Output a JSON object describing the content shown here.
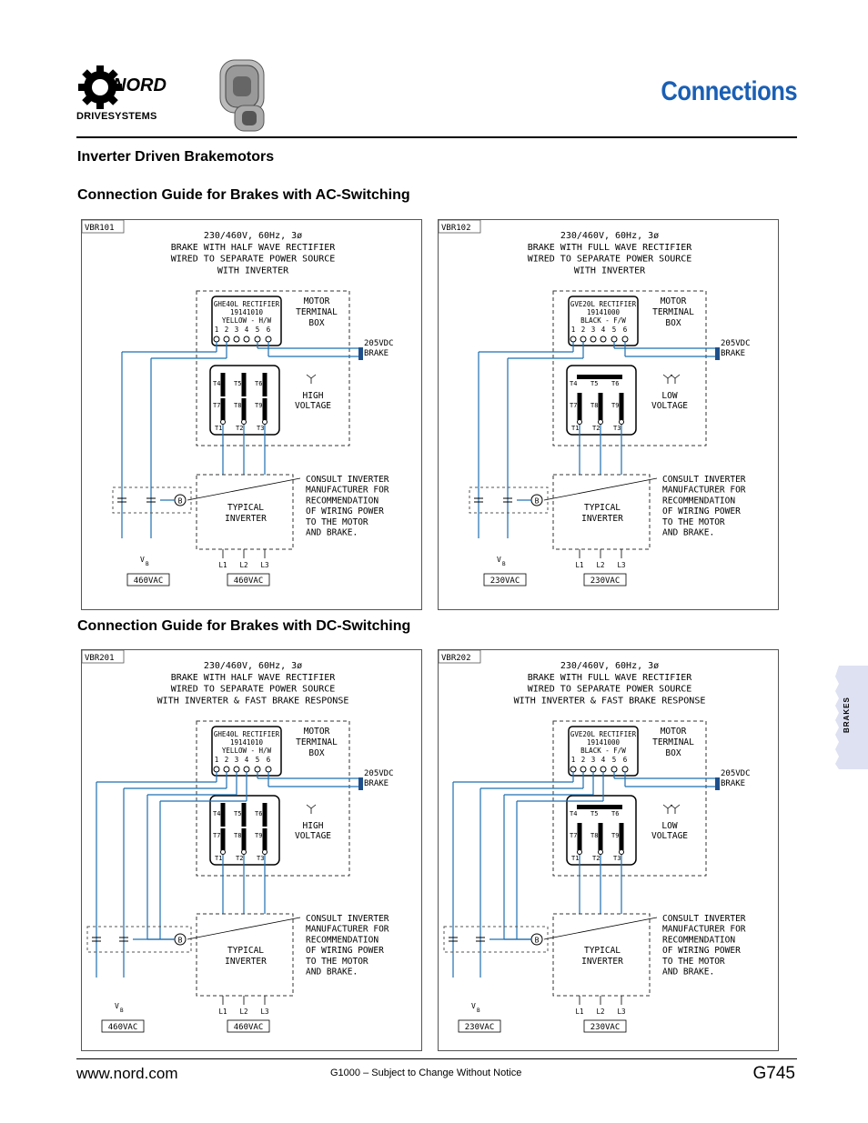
{
  "brand": {
    "logo_name": "NORD",
    "tagline": "DRIVESYSTEMS"
  },
  "header": {
    "title": "Connections"
  },
  "section": {
    "heading": "Inverter Driven Brakemotors",
    "ac_heading": "Connection Guide for Brakes with AC-Switching",
    "dc_heading": "Connection Guide for Brakes with DC-Switching"
  },
  "diagrams": [
    {
      "id": "VBR101",
      "title_lines": [
        "230/460V, 60Hz, 3ø",
        "BRAKE WITH HALF WAVE RECTIFIER",
        "WIRED TO SEPARATE POWER SOURCE",
        "WITH INVERTER"
      ],
      "rectifier_lines": [
        "GHE40L RECTIFIER",
        "19141010",
        "YELLOW - H/W"
      ],
      "voltage_label": [
        "HIGH",
        "VOLTAGE"
      ],
      "vb_supply": "460VAC",
      "inverter_supply": "460VAC"
    },
    {
      "id": "VBR102",
      "title_lines": [
        "230/460V, 60Hz, 3ø",
        "BRAKE WITH FULL WAVE RECTIFIER",
        "WIRED TO SEPARATE POWER SOURCE",
        "WITH INVERTER"
      ],
      "rectifier_lines": [
        "GVE20L RECTIFIER",
        "19141000",
        "BLACK - F/W"
      ],
      "voltage_label": [
        "LOW",
        "VOLTAGE"
      ],
      "vb_supply": "230VAC",
      "inverter_supply": "230VAC"
    },
    {
      "id": "VBR201",
      "title_lines": [
        "230/460V, 60Hz, 3ø",
        "BRAKE WITH HALF WAVE RECTIFIER",
        "WIRED TO SEPARATE POWER SOURCE",
        "WITH INVERTER & FAST BRAKE RESPONSE"
      ],
      "rectifier_lines": [
        "GHE40L RECTIFIER",
        "19141010",
        "YELLOW - H/W"
      ],
      "voltage_label": [
        "HIGH",
        "VOLTAGE"
      ],
      "vb_supply": "460VAC",
      "inverter_supply": "460VAC"
    },
    {
      "id": "VBR202",
      "title_lines": [
        "230/460V, 60Hz, 3ø",
        "BRAKE WITH FULL WAVE RECTIFIER",
        "WIRED TO SEPARATE POWER SOURCE",
        "WITH INVERTER & FAST BRAKE RESPONSE"
      ],
      "rectifier_lines": [
        "GVE20L RECTIFIER",
        "19141000",
        "BLACK - F/W"
      ],
      "voltage_label": [
        "LOW",
        "VOLTAGE"
      ],
      "vb_supply": "230VAC",
      "inverter_supply": "230VAC"
    }
  ],
  "common": {
    "terminal_numbers": [
      "1",
      "2",
      "3",
      "4",
      "5",
      "6"
    ],
    "motor_box": [
      "MOTOR",
      "TERMINAL",
      "BOX"
    ],
    "brake": [
      "205VDC",
      "BRAKE"
    ],
    "motor_terminals_top": [
      "T4",
      "T5",
      "T6"
    ],
    "motor_terminals_mid": [
      "T7",
      "T8",
      "T9"
    ],
    "motor_terminals_bot": [
      "T1",
      "T2",
      "T3"
    ],
    "consult": [
      "CONSULT INVERTER",
      "MANUFACTURER FOR",
      "RECOMMENDATION",
      "OF WIRING POWER",
      "TO THE MOTOR",
      "AND BRAKE."
    ],
    "inverter": [
      "TYPICAL",
      "INVERTER"
    ],
    "lines": [
      "L1",
      "L2",
      "L3"
    ],
    "vb": "V",
    "vb_sub": "B",
    "b_symbol": "B"
  },
  "side_tab": {
    "label": "BRAKES"
  },
  "footer": {
    "url": "www.nord.com",
    "note": "G1000 – Subject to Change Without Notice",
    "page": "G745"
  },
  "colors": {
    "accent": "#1a5fb4",
    "wire": "#1f6fb0",
    "tab": "#dde1f2"
  }
}
